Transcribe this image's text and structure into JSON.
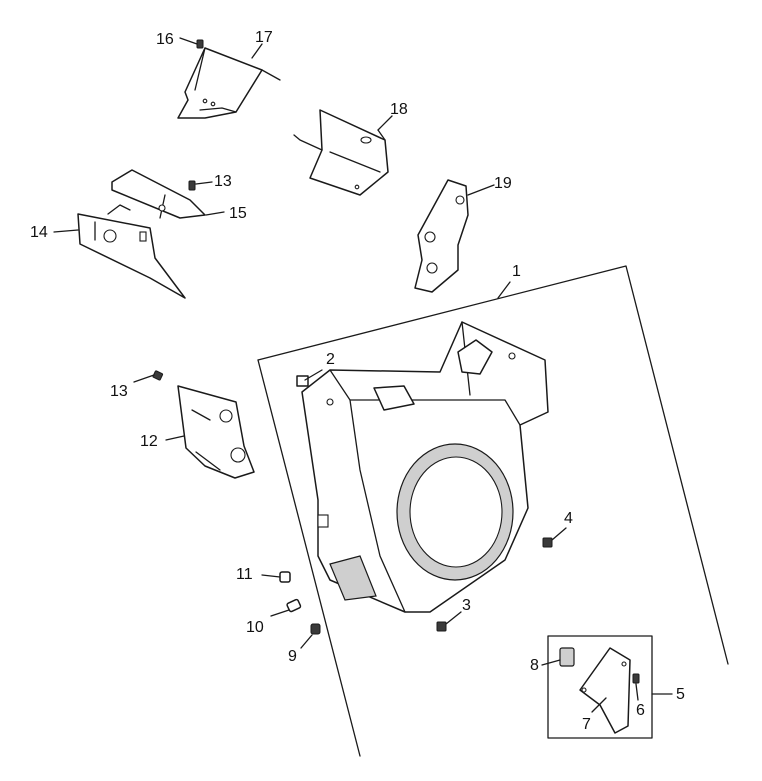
{
  "callouts": {
    "c1": "1",
    "c2": "2",
    "c3": "3",
    "c4": "4",
    "c5": "5",
    "c6": "6",
    "c7": "7",
    "c8": "8",
    "c9": "9",
    "c10": "10",
    "c11": "11",
    "c12": "12",
    "c13a": "13",
    "c13b": "13",
    "c14": "14",
    "c15": "15",
    "c16": "16",
    "c17": "17",
    "c18": "18",
    "c19": "19"
  }
}
